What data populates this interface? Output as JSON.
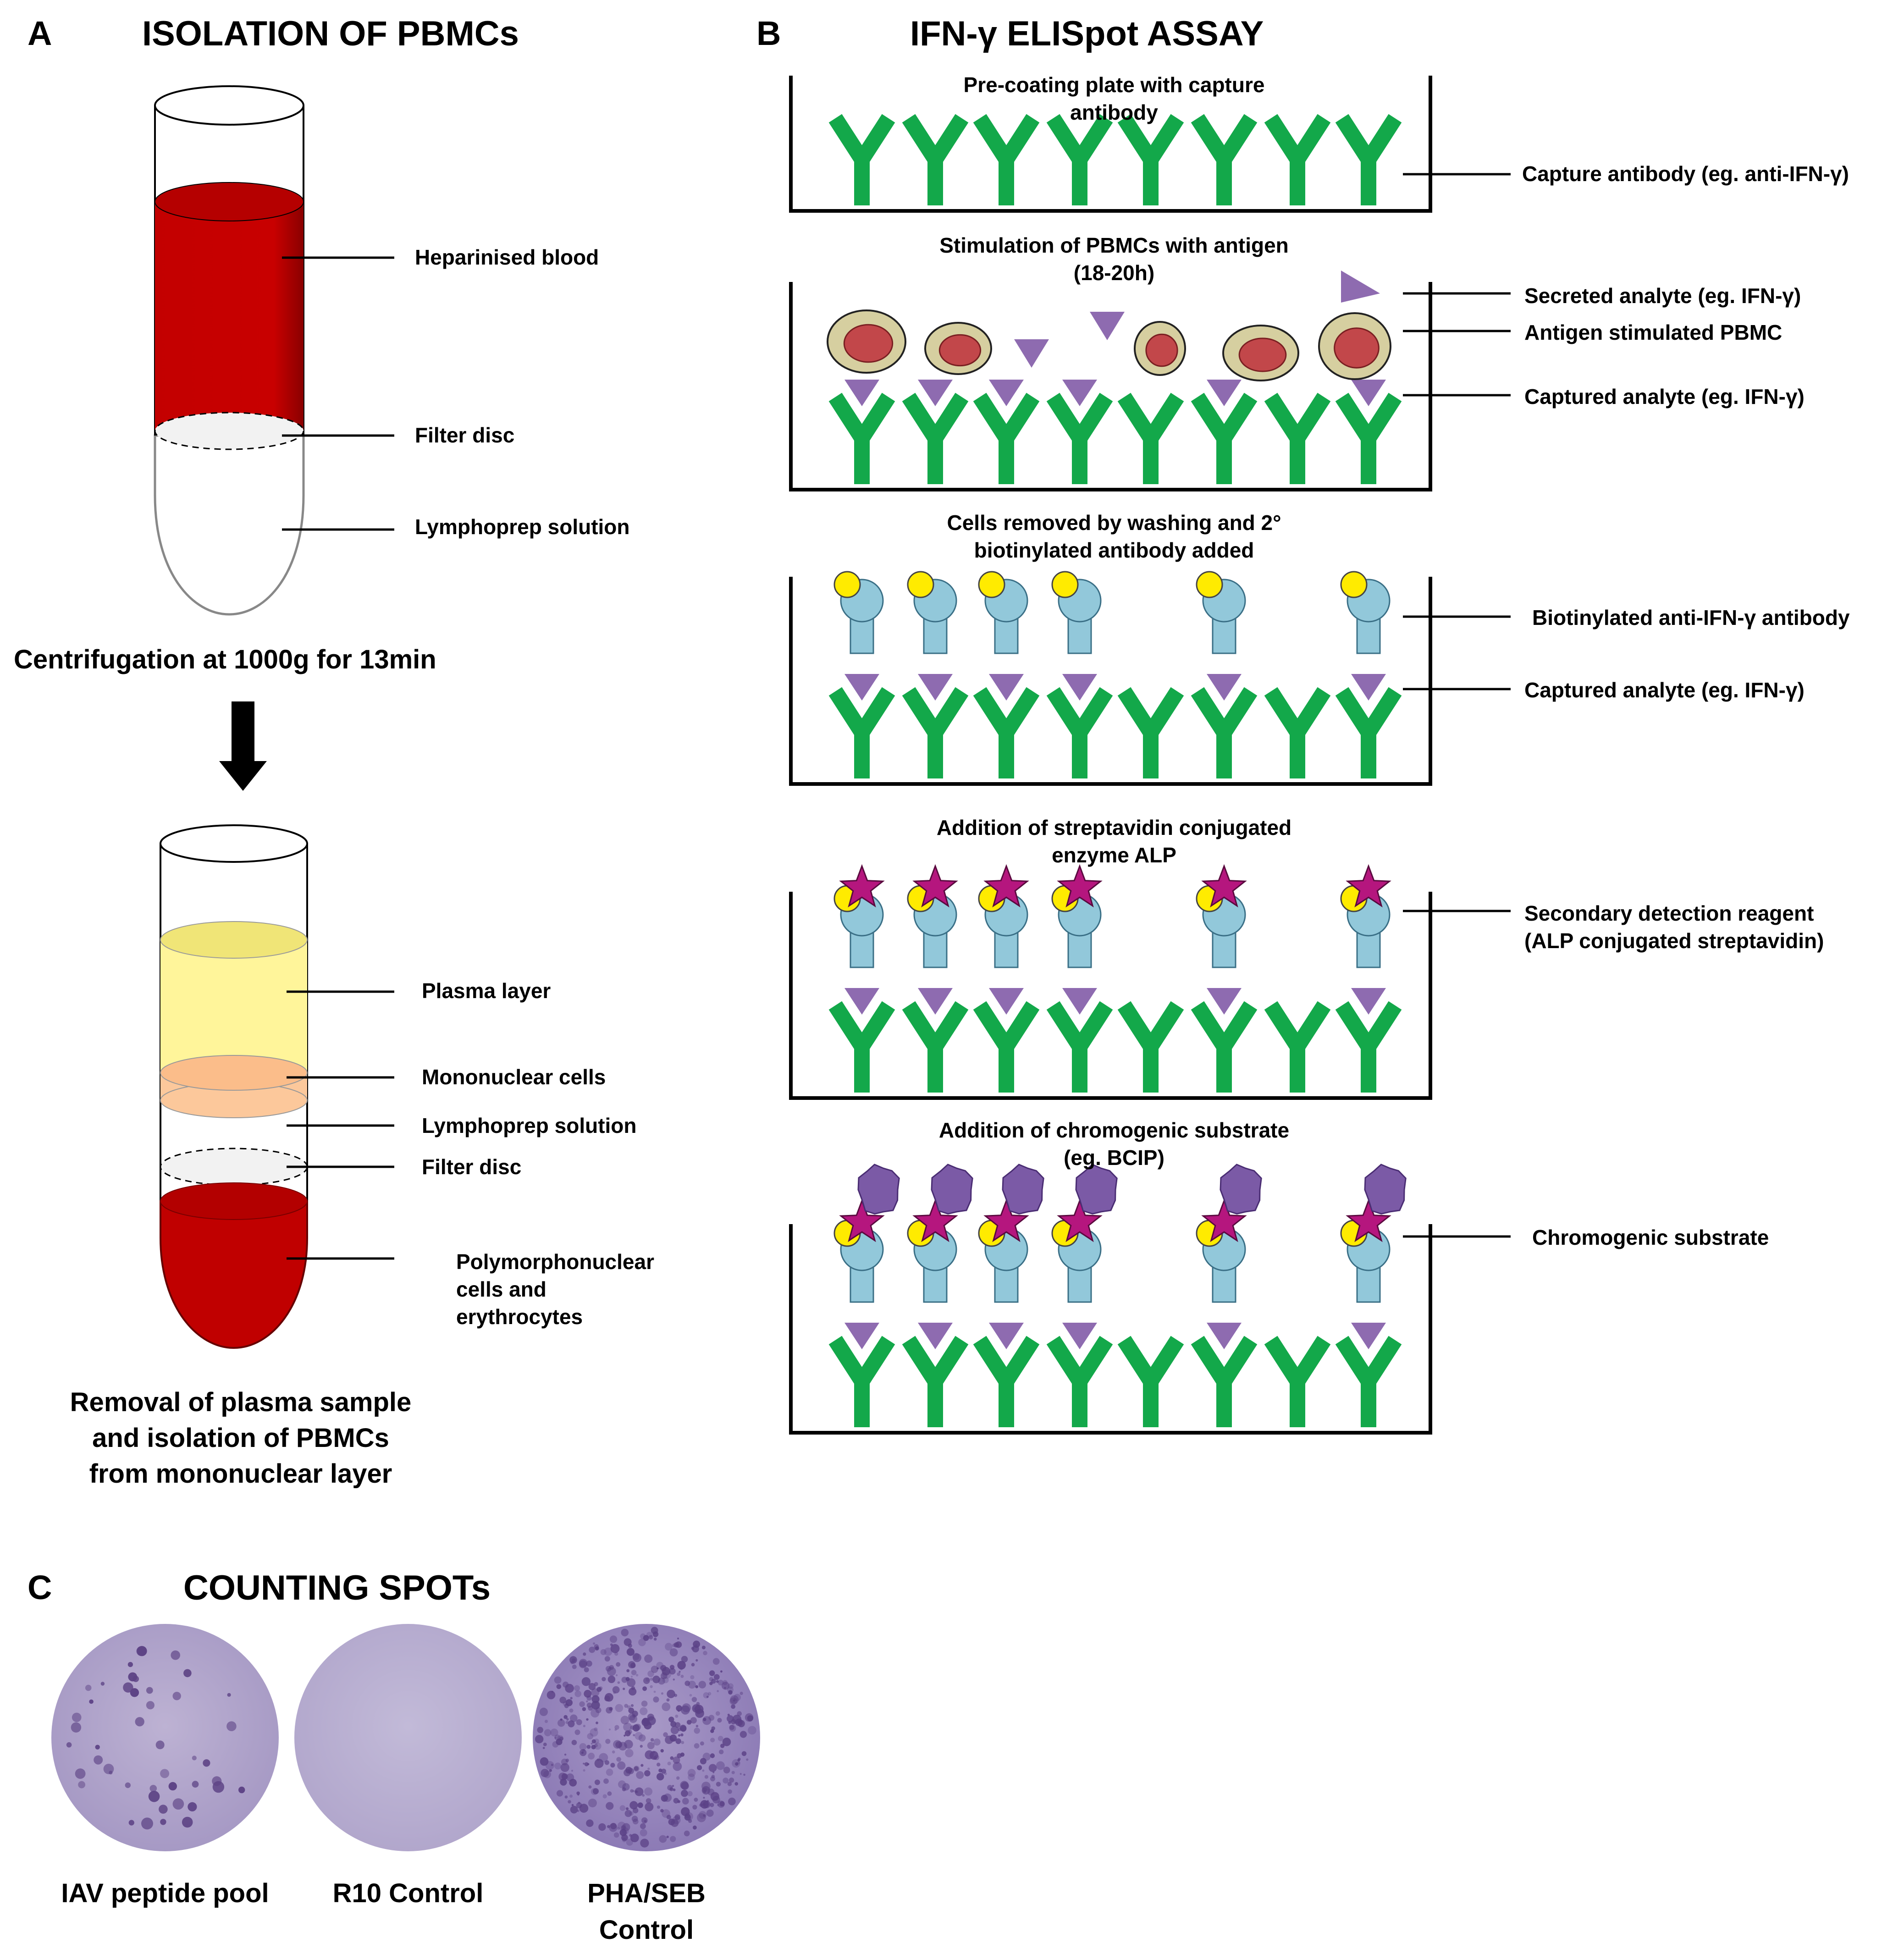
{
  "panel_a": {
    "letter": "A",
    "title": "ISOLATION OF PBMCs",
    "tube1_labels": [
      "Heparinised blood",
      "Filter disc",
      "Lymphoprep solution"
    ],
    "centrifugation": "Centrifugation at 1000g for 13min",
    "tube2_labels": [
      "Plasma layer",
      "Mononuclear cells",
      "Lymphoprep solution",
      "Filter disc"
    ],
    "pmn_label": [
      "Polymorphonuclear",
      "cells and",
      "erythrocytes"
    ],
    "removal": [
      "Removal of plasma sample",
      "and isolation of PBMCs",
      "from mononuclear layer"
    ]
  },
  "panel_b": {
    "letter": "B",
    "title": "IFN-γ ELISpot ASSAY",
    "steps": [
      {
        "title": [
          "Pre-coating plate with capture",
          "antibody"
        ],
        "labels": [
          "Capture antibody (eg. anti-IFN-γ)"
        ]
      },
      {
        "title": [
          "Stimulation of PBMCs with antigen",
          "(18-20h)"
        ],
        "labels": [
          "Secreted analyte (eg. IFN-γ)",
          "Antigen stimulated PBMC",
          "Captured analyte (eg. IFN-γ)"
        ]
      },
      {
        "title": [
          "Cells removed by washing and 2°",
          "biotinylated antibody added"
        ],
        "labels": [
          "Biotinylated anti-IFN-γ antibody",
          "Captured analyte (eg. IFN-γ)"
        ]
      },
      {
        "title": [
          "Addition of streptavidin conjugated",
          "enzyme ALP"
        ],
        "labels": [
          "Secondary detection reagent",
          "(ALP conjugated streptavidin)"
        ]
      },
      {
        "title": [
          "Addition of chromogenic substrate",
          "(eg. BCIP)"
        ],
        "labels": [
          "Chromogenic substrate"
        ]
      }
    ]
  },
  "panel_c": {
    "letter": "C",
    "title": "COUNTING SPOTs",
    "plates": [
      {
        "label": [
          "IAV peptide pool"
        ]
      },
      {
        "label": [
          "R10 Control"
        ]
      },
      {
        "label": [
          "PHA/SEB",
          "Control"
        ]
      }
    ]
  },
  "colors": {
    "blood": "#c00000",
    "plasma": "#fff59a",
    "mononuclear": "#fcc89b",
    "antibody": "#13a84a",
    "analyte": "#8e6bb0",
    "biotin_antibody": "#92c8da",
    "biotin": "#ffeb00",
    "streptavidin": "#b5167e",
    "substrate": "#7b5aa6",
    "pbmc_outer": "#d6cfa0",
    "pbmc_inner": "#c2474a",
    "spot_plate": "#b3a7cc"
  }
}
